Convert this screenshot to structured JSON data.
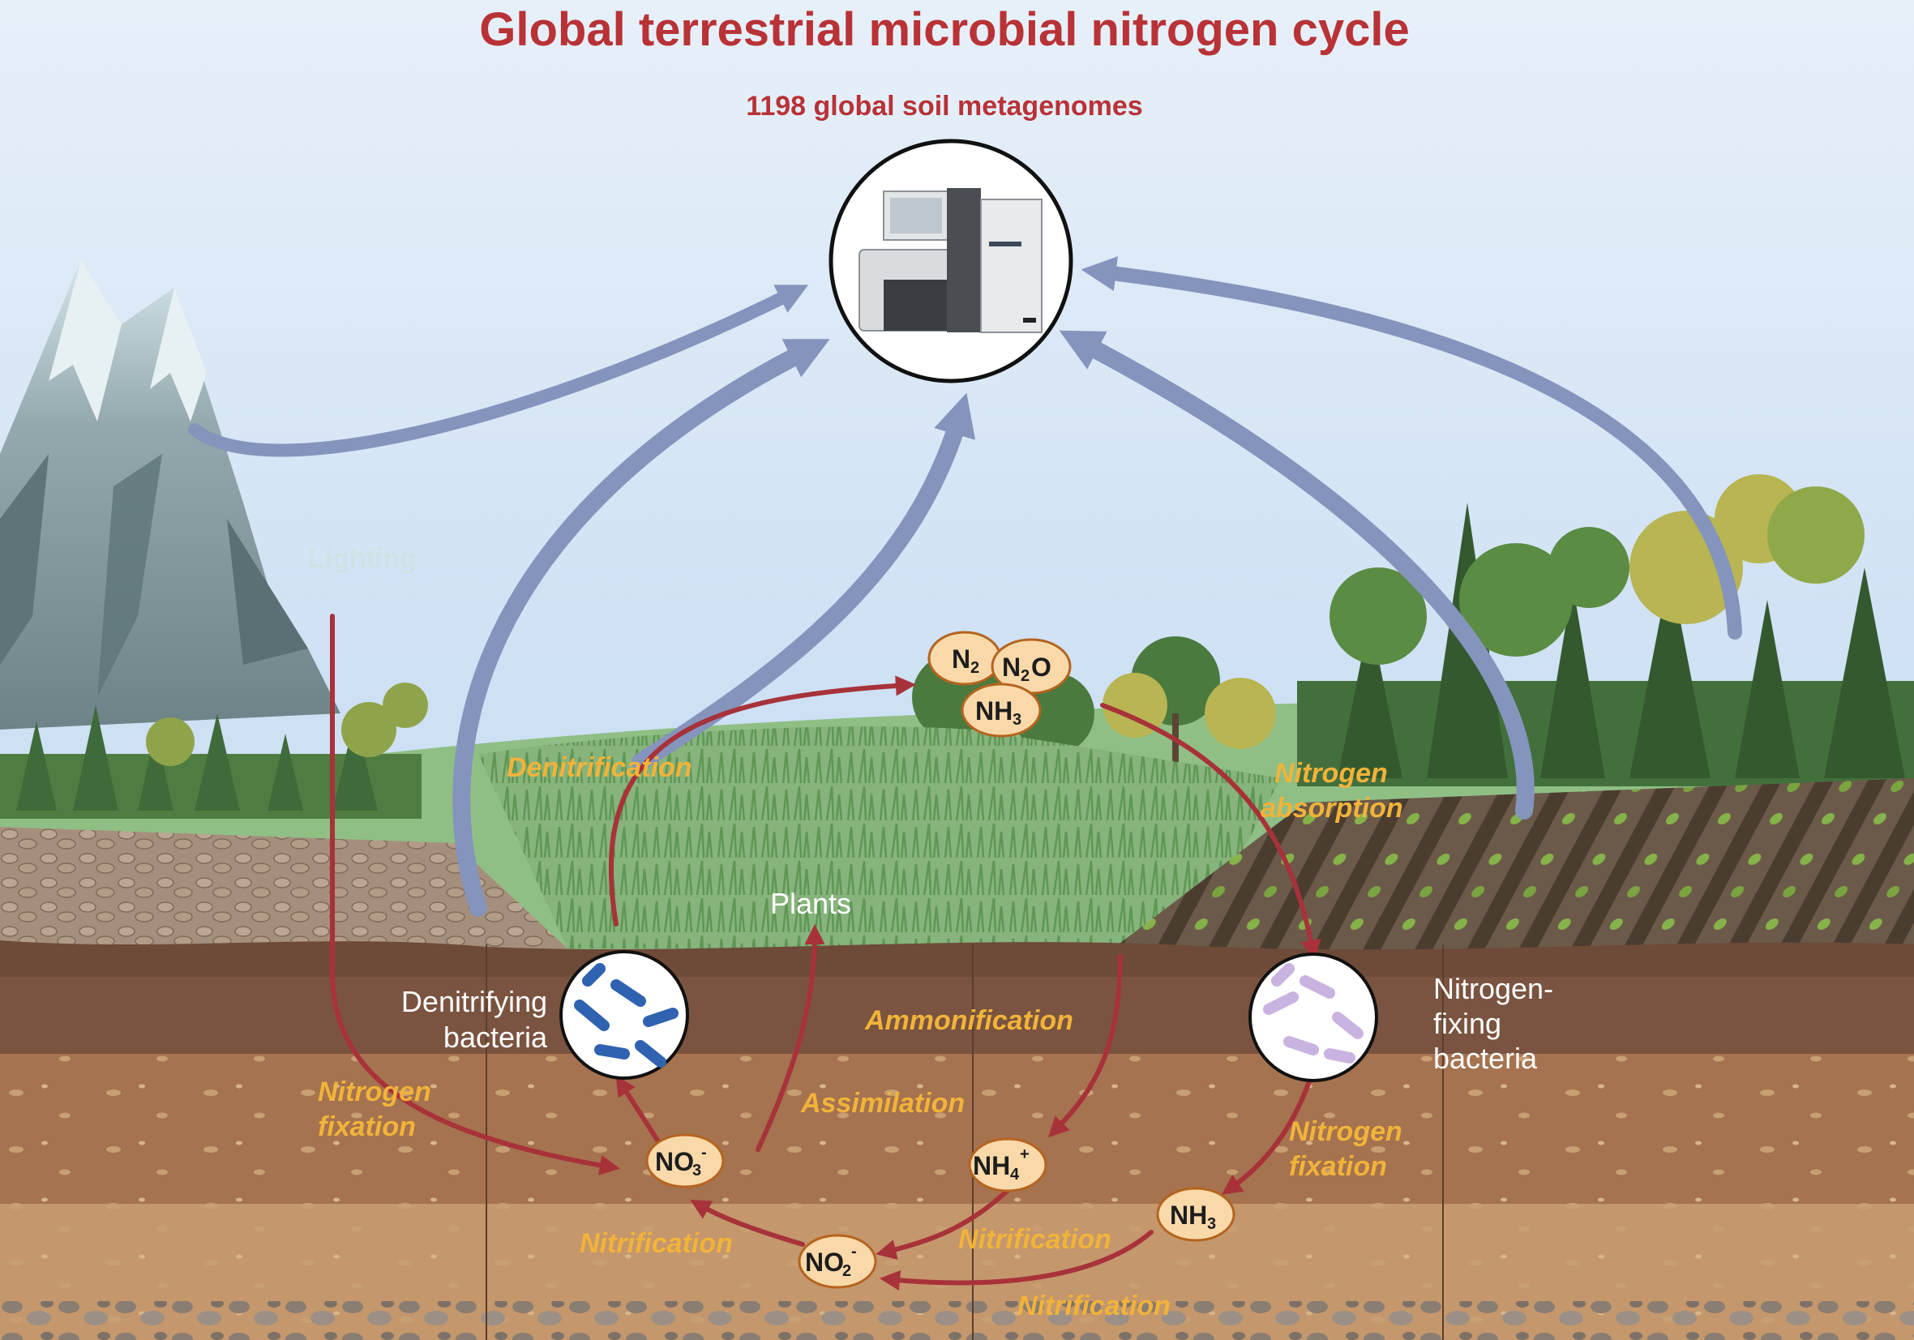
{
  "title": "Global  terrestrial microbial nitrogen cycle",
  "subtitle": "1198 global soil metagenomes",
  "faint_label": "Lighting",
  "processes": {
    "denitrification": "Denitrification",
    "nitrogen_absorption_line1": "Nitrogen",
    "nitrogen_absorption_line2": "absorption",
    "ammonification": "Ammonification",
    "assimilation": "Assimilation",
    "nitrogen_fixation_left_line1": "Nitrogen",
    "nitrogen_fixation_left_line2": "fixation",
    "nitrogen_fixation_right_line1": "Nitrogen",
    "nitrogen_fixation_right_line2": "fixation",
    "nitrification_left": "Nitrification",
    "nitrification_mid": "Nitrification",
    "nitrification_bottom": "Nitrification"
  },
  "organisms": {
    "plants": "Plants",
    "denitrifying_line1": "Denitrifying",
    "denitrifying_line2": "bacteria",
    "nitrogen_fixing_line1": "Nitrogen-",
    "nitrogen_fixing_line2": "fixing",
    "nitrogen_fixing_line3": "bacteria"
  },
  "compounds": {
    "n2": {
      "base": "N",
      "sub": "2",
      "sup": ""
    },
    "n2o": {
      "base1": "N",
      "sub": "2",
      "base2": "O"
    },
    "nh3_top": {
      "base": "NH",
      "sub": "3",
      "sup": ""
    },
    "no3": {
      "base": "NO",
      "sub": "3",
      "sup": "-"
    },
    "nh4": {
      "base": "NH",
      "sub": "4",
      "sup": "+"
    },
    "no2": {
      "base": "NO",
      "sub": "2",
      "sup": "-"
    },
    "nh3_soil": {
      "base": "NH",
      "sub": "3",
      "sup": ""
    }
  },
  "colors": {
    "title_red": "#b83236",
    "process_orange": "#f2b33a",
    "cycle_arrow": "#a8323a",
    "flow_arrow": "#8594bd",
    "compound_fill": "#f9d9aa",
    "compound_stroke": "#b5641f"
  },
  "icons": [
    "sequencer-icon",
    "mountain-icon",
    "forest-icon",
    "grassland-icon",
    "cropland-icon",
    "rod-bacteria-icon"
  ]
}
